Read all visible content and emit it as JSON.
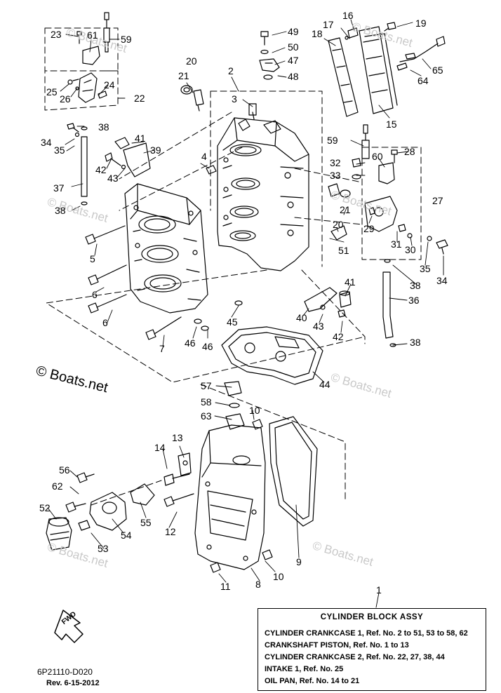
{
  "watermarks": {
    "light": "© Boats.net",
    "dark": "© Boats.net"
  },
  "callouts": [
    {
      "id": "c23",
      "label": "23"
    },
    {
      "id": "c61",
      "label": "61"
    },
    {
      "id": "c59a",
      "label": "59"
    },
    {
      "id": "c25",
      "label": "25"
    },
    {
      "id": "c26",
      "label": "26"
    },
    {
      "id": "c24",
      "label": "24"
    },
    {
      "id": "c22",
      "label": "22"
    },
    {
      "id": "c20a",
      "label": "20"
    },
    {
      "id": "c21a",
      "label": "21"
    },
    {
      "id": "c2",
      "label": "2"
    },
    {
      "id": "c3",
      "label": "3"
    },
    {
      "id": "c49",
      "label": "49"
    },
    {
      "id": "c50",
      "label": "50"
    },
    {
      "id": "c47",
      "label": "47"
    },
    {
      "id": "c48",
      "label": "48"
    },
    {
      "id": "c17",
      "label": "17"
    },
    {
      "id": "c16",
      "label": "16"
    },
    {
      "id": "c18",
      "label": "18"
    },
    {
      "id": "c19",
      "label": "19"
    },
    {
      "id": "c65",
      "label": "65"
    },
    {
      "id": "c64",
      "label": "64"
    },
    {
      "id": "c15",
      "label": "15"
    },
    {
      "id": "c38a",
      "label": "38"
    },
    {
      "id": "c34a",
      "label": "34"
    },
    {
      "id": "c35a",
      "label": "35"
    },
    {
      "id": "c41a",
      "label": "41"
    },
    {
      "id": "c39",
      "label": "39"
    },
    {
      "id": "c42a",
      "label": "42"
    },
    {
      "id": "c43a",
      "label": "43"
    },
    {
      "id": "c4",
      "label": "4"
    },
    {
      "id": "c37",
      "label": "37"
    },
    {
      "id": "c38b",
      "label": "38"
    },
    {
      "id": "c59b",
      "label": "59"
    },
    {
      "id": "c28",
      "label": "28"
    },
    {
      "id": "c32",
      "label": "32"
    },
    {
      "id": "c60",
      "label": "60"
    },
    {
      "id": "c33",
      "label": "33"
    },
    {
      "id": "c27",
      "label": "27"
    },
    {
      "id": "c21b",
      "label": "21"
    },
    {
      "id": "c20b",
      "label": "20"
    },
    {
      "id": "c29",
      "label": "29"
    },
    {
      "id": "c31",
      "label": "31"
    },
    {
      "id": "c30",
      "label": "30"
    },
    {
      "id": "c51",
      "label": "51"
    },
    {
      "id": "c35b",
      "label": "35"
    },
    {
      "id": "c34b",
      "label": "34"
    },
    {
      "id": "c38c",
      "label": "38"
    },
    {
      "id": "c36",
      "label": "36"
    },
    {
      "id": "c5",
      "label": "5"
    },
    {
      "id": "c6a",
      "label": "6"
    },
    {
      "id": "c6b",
      "label": "6"
    },
    {
      "id": "c7",
      "label": "7"
    },
    {
      "id": "c41b",
      "label": "41"
    },
    {
      "id": "c40",
      "label": "40"
    },
    {
      "id": "c43b",
      "label": "43"
    },
    {
      "id": "c42b",
      "label": "42"
    },
    {
      "id": "c45",
      "label": "45"
    },
    {
      "id": "c46a",
      "label": "46"
    },
    {
      "id": "c46b",
      "label": "46"
    },
    {
      "id": "c38d",
      "label": "38"
    },
    {
      "id": "c44",
      "label": "44"
    },
    {
      "id": "c57",
      "label": "57"
    },
    {
      "id": "c58",
      "label": "58"
    },
    {
      "id": "c10a",
      "label": "10"
    },
    {
      "id": "c63",
      "label": "63"
    },
    {
      "id": "c13",
      "label": "13"
    },
    {
      "id": "c14",
      "label": "14"
    },
    {
      "id": "c56",
      "label": "56"
    },
    {
      "id": "c62",
      "label": "62"
    },
    {
      "id": "c52",
      "label": "52"
    },
    {
      "id": "c55",
      "label": "55"
    },
    {
      "id": "c54",
      "label": "54"
    },
    {
      "id": "c53",
      "label": "53"
    },
    {
      "id": "c12",
      "label": "12"
    },
    {
      "id": "c9",
      "label": "9"
    },
    {
      "id": "c10b",
      "label": "10"
    },
    {
      "id": "c11",
      "label": "11"
    },
    {
      "id": "c8",
      "label": "8"
    },
    {
      "id": "c1",
      "label": "1"
    }
  ],
  "reference_box": {
    "title": "CYLINDER  BLOCK ASSY",
    "lines": [
      "CYLINDER CRANKCASE 1,  Ref. No. 2 to 51, 53 to 58, 62",
      "CRANKSHAFT PISTON,        Ref. No. 1 to 13",
      "CYLINDER CRANKCASE 2,  Ref. No. 22, 27, 38, 44",
      "INTAKE 1,  Ref. No. 25",
      "OIL PAN,    Ref. No. 14 to 21"
    ]
  },
  "footer": {
    "fwd": "FWD",
    "code": "6P21110-D020",
    "revision": "Rev.  6-15-2012"
  }
}
